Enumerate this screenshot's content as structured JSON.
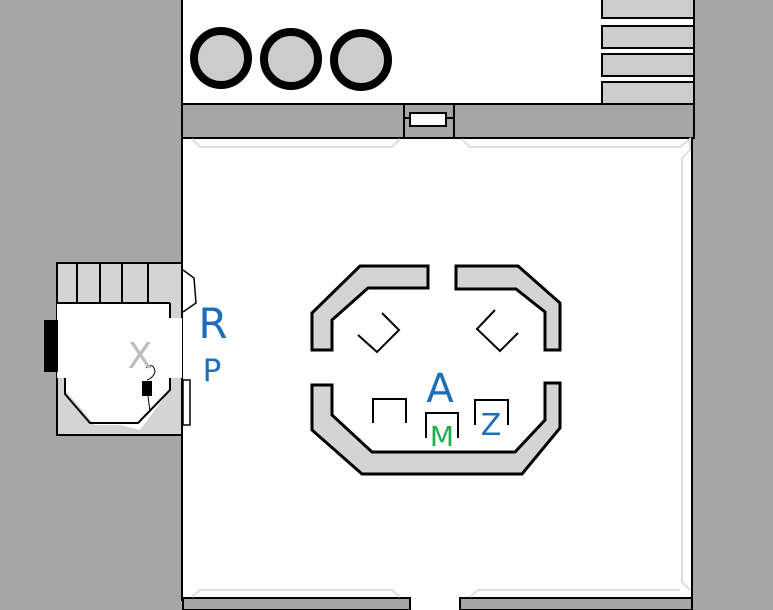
{
  "colors": {
    "background": "#a6a6a6",
    "floor": "#ffffff",
    "furniture": "#d4d4d4",
    "label_blue": "#1b6fb8",
    "label_green": "#1fae4b",
    "label_gray": "#bdbdbd"
  },
  "labels": {
    "r": "R",
    "p": "P",
    "x": "X",
    "a": "A",
    "m": "M",
    "z": "Z"
  }
}
